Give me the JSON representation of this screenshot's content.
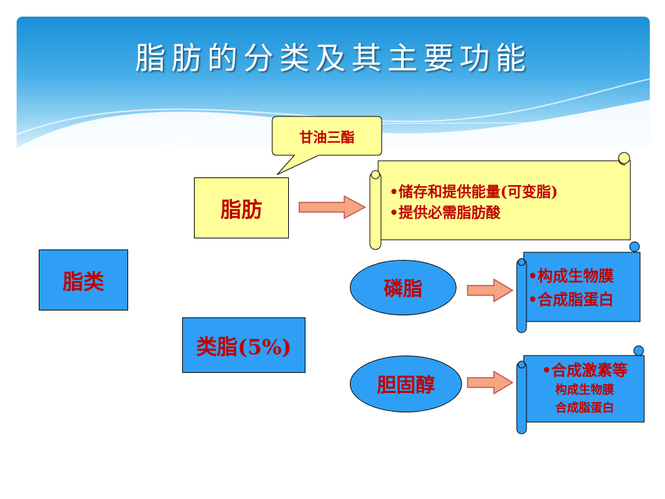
{
  "title": "脂肪的分类及其主要功能",
  "root": "脂类",
  "fat": {
    "label": "脂肪",
    "callout": "甘油三酯",
    "functions": [
      "•储存和提供能量(可变脂)",
      "•提供必需脂肪酸"
    ]
  },
  "lipoid": {
    "label": "类脂(5%)"
  },
  "phospholipid": {
    "label": "磷脂",
    "functions": [
      "•构成生物膜",
      "•合成脂蛋白"
    ]
  },
  "cholesterol": {
    "label": "胆固醇",
    "functions": [
      "•合成激素等",
      "构成生物膜",
      "合成脂蛋白"
    ]
  },
  "colors": {
    "yellow_fill": "#ffff99",
    "blue_fill": "#2e9ff5",
    "text_red": "#c00000",
    "arrow_fill": "#f4a582",
    "arrow_stroke": "#c0504d"
  }
}
